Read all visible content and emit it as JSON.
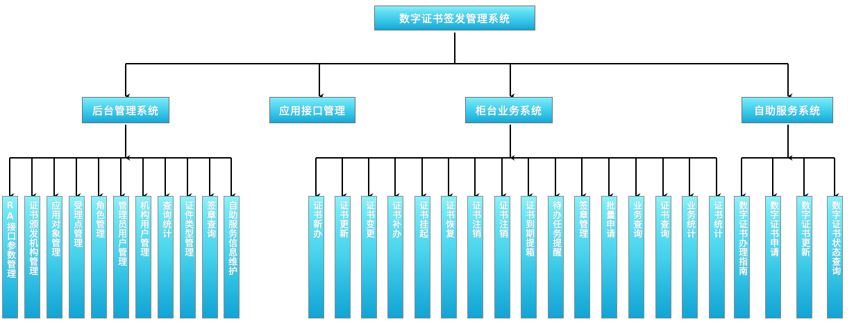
{
  "diagram": {
    "type": "org-tree",
    "title": "数字证书签发管理系统",
    "colors": {
      "box_top": "#8BF2FA",
      "box_bottom": "#12A4D4",
      "box_border": "#7a7a7a",
      "text": "#ffffff",
      "connector": "#000000",
      "background": "#ffffff"
    }
  },
  "root": {
    "label": "数字证书签发管理系统"
  },
  "level2": [
    {
      "label": "后台管理系统"
    },
    {
      "label": "应用接口管理"
    },
    {
      "label": "柜台业务系统"
    },
    {
      "label": "自助服务系统"
    }
  ],
  "groups": [
    {
      "parent": "后台管理系统",
      "children": [
        {
          "label": "RA接口参数管理"
        },
        {
          "label": "证书颁发机构管理"
        },
        {
          "label": "应用对象管理"
        },
        {
          "label": "受理点管理"
        },
        {
          "label": "角色管理"
        },
        {
          "label": "管理员用户管理"
        },
        {
          "label": "机构用户管理"
        },
        {
          "label": "查询统计"
        },
        {
          "label": "证件类型管理"
        },
        {
          "label": "签章查询"
        },
        {
          "label": "自助服务信息维护"
        }
      ]
    },
    {
      "parent": "应用接口管理",
      "children": []
    },
    {
      "parent": "柜台业务系统",
      "children": [
        {
          "label": "证书新办"
        },
        {
          "label": "证书更新"
        },
        {
          "label": "证书变更"
        },
        {
          "label": "证书补办"
        },
        {
          "label": "证书挂起"
        },
        {
          "label": "证书恢复"
        },
        {
          "label": "证书注销"
        },
        {
          "label": "证书注销"
        },
        {
          "label": "证书到期提箱"
        },
        {
          "label": "待办任务提醒"
        },
        {
          "label": "签章管理"
        },
        {
          "label": "批量申请"
        },
        {
          "label": "业务查询"
        },
        {
          "label": "证书查询"
        },
        {
          "label": "业务统计"
        },
        {
          "label": "证书统计"
        }
      ]
    },
    {
      "parent": "自助服务系统",
      "children": [
        {
          "label": "数字证书办理指南"
        },
        {
          "label": "数字证书申请"
        },
        {
          "label": "数字证书更新"
        },
        {
          "label": "数字证书状态查询"
        }
      ]
    }
  ]
}
